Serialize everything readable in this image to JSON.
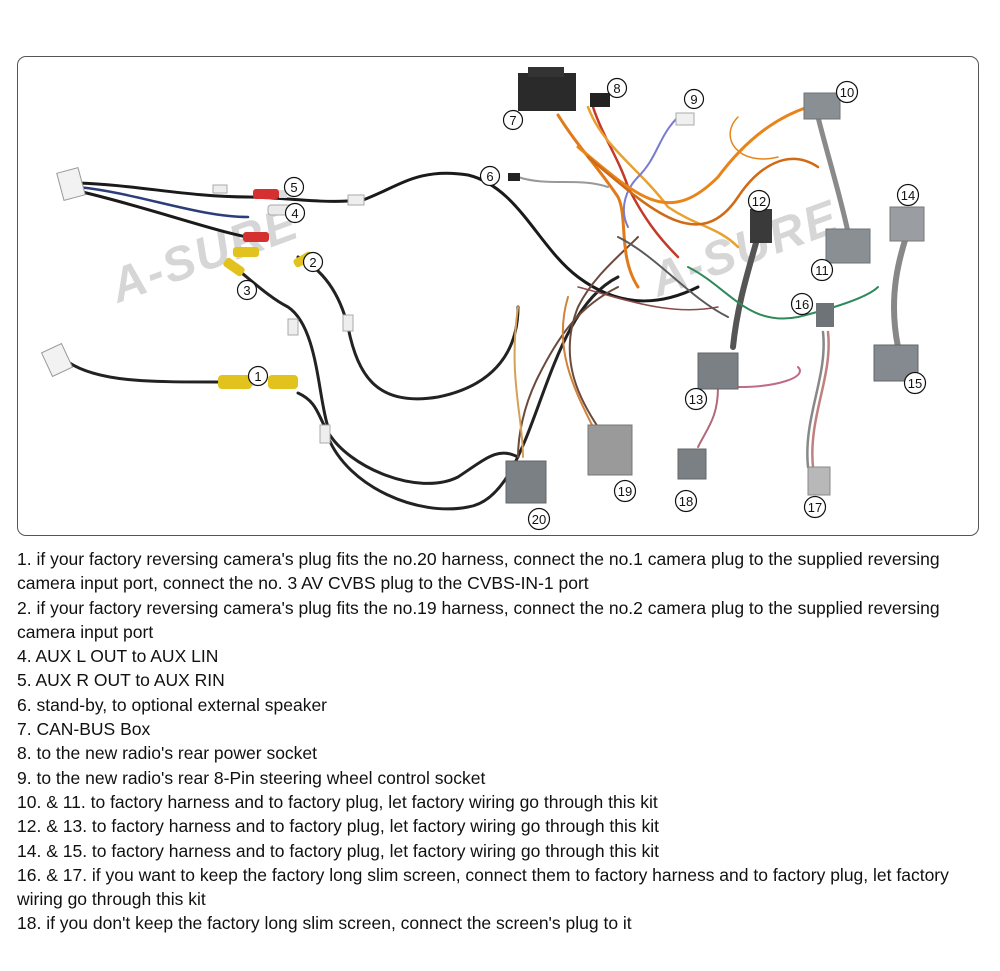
{
  "watermark": "A-SURE",
  "callouts": [
    "1",
    "2",
    "3",
    "4",
    "5",
    "6",
    "7",
    "8",
    "9",
    "10",
    "11",
    "12",
    "13",
    "14",
    "15",
    "16",
    "17",
    "18",
    "19",
    "20"
  ],
  "instructions": [
    "1. if your factory reversing camera's plug fits the no.20 harness, connect the no.1 camera plug to the supplied reversing camera input port, connect the no. 3 AV CVBS plug to the CVBS-IN-1 port",
    "2. if your factory reversing camera's plug fits the no.19 harness, connect the no.2 camera plug to the supplied reversing camera input port",
    "4. AUX L OUT to AUX LIN",
    "5. AUX R OUT to AUX RIN",
    "6. stand-by, to optional external speaker",
    "7. CAN-BUS Box",
    "8. to the new radio's rear power socket",
    "9. to the new radio's rear 8-Pin steering wheel control socket",
    "10. & 11. to factory harness and to factory plug, let factory wiring go through this kit",
    "12. & 13. to factory harness and to factory plug, let factory wiring go through this kit",
    "14. & 15. to factory harness and to factory plug, let factory wiring go through this kit",
    "16. & 17. if you want to keep the factory long slim screen, connect them to factory harness and to factory plug, let factory wiring go through this kit",
    "18. if you don't keep the factory long slim screen, connect the screen's plug to it"
  ]
}
